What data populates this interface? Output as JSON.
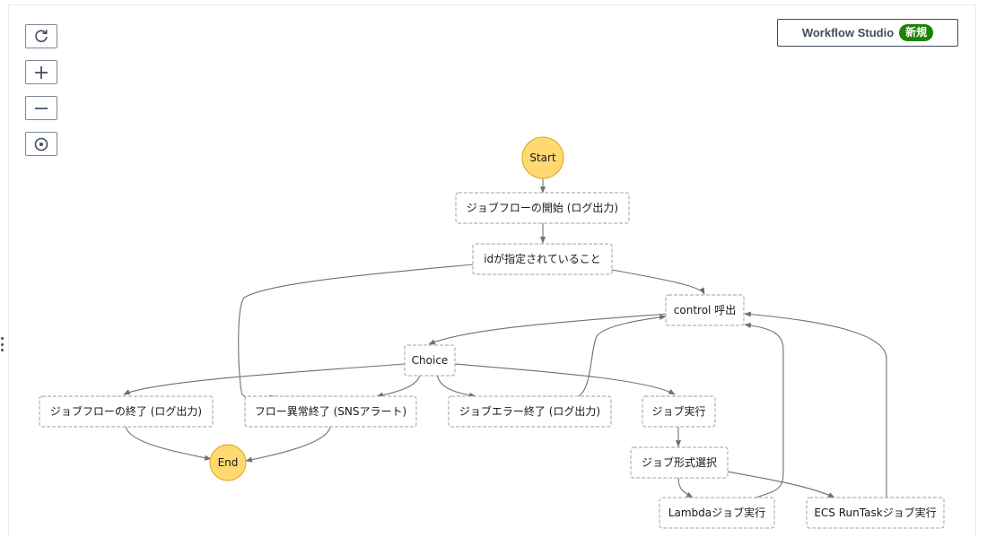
{
  "toolbar": {
    "controls": [
      {
        "name": "refresh-button",
        "icon": "refresh-icon"
      },
      {
        "name": "zoom-in-button",
        "icon": "plus-icon"
      },
      {
        "name": "zoom-out-button",
        "icon": "minus-icon"
      },
      {
        "name": "center-button",
        "icon": "target-icon"
      }
    ],
    "workflow_studio_label": "Workflow Studio",
    "new_badge": "新規"
  },
  "colors": {
    "node_border": "#9ba3ab",
    "terminal_fill": "#ffd872",
    "terminal_border": "#d9a514",
    "edge": "#6b7178",
    "badge": "#1d8102"
  },
  "graph": {
    "nodes": [
      {
        "id": "start",
        "label": "Start",
        "kind": "terminal"
      },
      {
        "id": "flow_start",
        "label": "ジョブフローの開始 (ログ出力)",
        "kind": "state"
      },
      {
        "id": "id_check",
        "label": "idが指定されていること",
        "kind": "state"
      },
      {
        "id": "control",
        "label": "control 呼出",
        "kind": "state"
      },
      {
        "id": "choice",
        "label": "Choice",
        "kind": "state"
      },
      {
        "id": "flow_end",
        "label": "ジョブフローの終了 (ログ出力)",
        "kind": "state"
      },
      {
        "id": "abnormal_end",
        "label": "フロー異常終了 (SNSアラート)",
        "kind": "state"
      },
      {
        "id": "job_error",
        "label": "ジョブエラー終了 (ログ出力)",
        "kind": "state"
      },
      {
        "id": "job_exec",
        "label": "ジョブ実行",
        "kind": "state"
      },
      {
        "id": "job_type",
        "label": "ジョブ形式選択",
        "kind": "state"
      },
      {
        "id": "lambda_job",
        "label": "Lambdaジョブ実行",
        "kind": "state"
      },
      {
        "id": "ecs_job",
        "label": "ECS RunTaskジョブ実行",
        "kind": "state"
      },
      {
        "id": "end",
        "label": "End",
        "kind": "terminal"
      }
    ],
    "edges": [
      {
        "from": "start",
        "to": "flow_start"
      },
      {
        "from": "flow_start",
        "to": "id_check"
      },
      {
        "from": "id_check",
        "to": "control"
      },
      {
        "from": "id_check",
        "to": "abnormal_end"
      },
      {
        "from": "control",
        "to": "choice"
      },
      {
        "from": "choice",
        "to": "flow_end"
      },
      {
        "from": "choice",
        "to": "abnormal_end"
      },
      {
        "from": "choice",
        "to": "job_error"
      },
      {
        "from": "choice",
        "to": "job_exec"
      },
      {
        "from": "job_error",
        "to": "control"
      },
      {
        "from": "job_exec",
        "to": "job_type"
      },
      {
        "from": "job_type",
        "to": "lambda_job"
      },
      {
        "from": "job_type",
        "to": "ecs_job"
      },
      {
        "from": "lambda_job",
        "to": "control"
      },
      {
        "from": "ecs_job",
        "to": "control"
      },
      {
        "from": "flow_end",
        "to": "end"
      },
      {
        "from": "abnormal_end",
        "to": "end"
      }
    ]
  }
}
